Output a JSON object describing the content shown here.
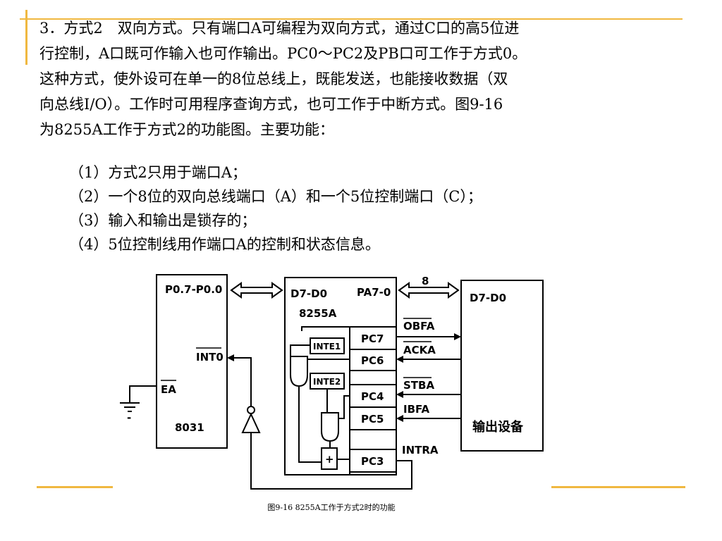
{
  "slide": {
    "paragraph_lines": [
      "3．方式2　双向方式。只有端口A可编程为双向方式，通过C口的高5位进",
      "行控制，A口既可作输入也可作输出。PC0～PC2及PB口可工作于方式0。",
      "这种方式，使外设可在单一的8位总线上，既能发送，也能接收数据（双",
      "向总线I/O）。工作时可用程序查询方式，也可工作于中断方式。图9-16",
      "为8255A工作于方式2的功能图。主要功能："
    ],
    "list_items": [
      "（1）方式2只用于端口A；",
      "（2）一个8位的双向总线端口（A）和一个5位控制端口（C）；",
      "（3）输入和输出是锁存的；",
      "（4）5位控制线用作端口A的控制和状态信息。"
    ],
    "caption": "图9-16 8255A工作于方式2时的功能",
    "accent_color": "#f0b840"
  },
  "diagram": {
    "cpu": {
      "port_label": "P0.7-P0.0",
      "int_label": "INT0",
      "ea_label": "EA",
      "chip_label": "8031"
    },
    "ppi": {
      "data_label": "D7-D0",
      "port_label": "PA7-0",
      "chip_label": "8255A",
      "inte1": "INTE1",
      "inte2": "INTE2",
      "or_symbol": "+",
      "pins": [
        "PC7",
        "PC6",
        "PC4",
        "PC5",
        "PC3"
      ]
    },
    "device": {
      "data_label": "D7-D0",
      "title": "输出设备"
    },
    "bus_width": "8",
    "signals": [
      "OBFA",
      "ACKA",
      "STBA",
      "IBFA",
      "INTRA"
    ],
    "ground_minus": "-"
  }
}
